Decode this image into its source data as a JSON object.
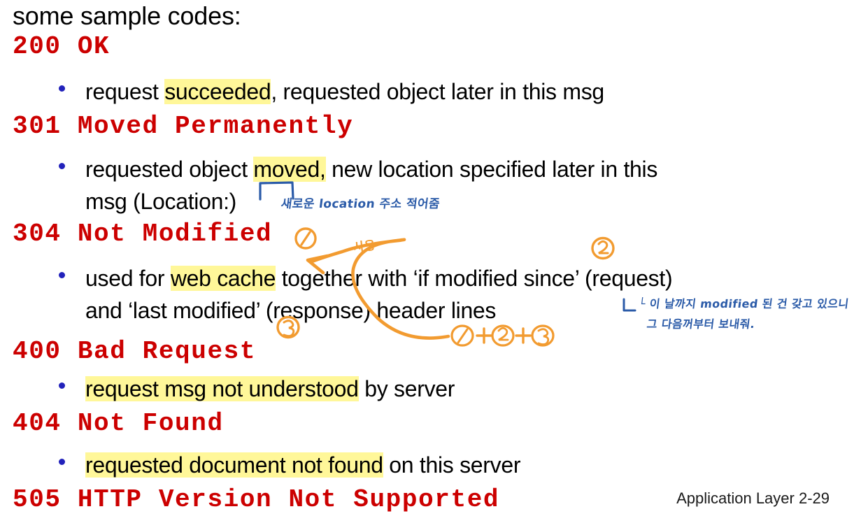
{
  "slide": {
    "intro": "some sample codes:",
    "footer": "Application Layer 2-29",
    "colors": {
      "code_red": "#CC0000",
      "highlight_yellow": "#FFF799",
      "bullet_blue": "#2222BB",
      "ink_blue": "#2B5BA8",
      "ink_orange": "#F29B30",
      "background": "#FFFFFF"
    },
    "entries": [
      {
        "code": "200 OK",
        "bullet_parts": [
          {
            "text": "request ",
            "highlight": false
          },
          {
            "text": "succeeded",
            "highlight": true
          },
          {
            "text": ", requested object later in this msg",
            "highlight": false
          }
        ]
      },
      {
        "code": "301 Moved Permanently",
        "bullet_parts": [
          {
            "text": "requested object ",
            "highlight": false
          },
          {
            "text": "moved,",
            "highlight": true
          },
          {
            "text": " new location specified later in this",
            "highlight": false
          }
        ],
        "bullet_line2": "msg (Location:)"
      },
      {
        "code": "304 Not Modified",
        "bullet_parts": [
          {
            "text": "used for ",
            "highlight": false
          },
          {
            "text": "web cache",
            "highlight": true
          },
          {
            "text": " together with ‘if modified since’ (request)",
            "highlight": false
          }
        ],
        "bullet_line2": "and ‘last modified’ (response) header lines"
      },
      {
        "code": "400 Bad Request",
        "bullet_parts": [
          {
            "text": "request msg not understood",
            "highlight": true
          },
          {
            "text": " by server",
            "highlight": false
          }
        ]
      },
      {
        "code": "404 Not Found",
        "bullet_parts": [
          {
            "text": "requested document not found",
            "highlight": true
          },
          {
            "text": " on this server",
            "highlight": false
          }
        ]
      },
      {
        "code": "505 HTTP Version Not Supported",
        "bullet_parts": []
      }
    ]
  },
  "annotations": {
    "blue_note_location": "새로운 location 주소 적어줌",
    "blue_note_modified_line1": "└ 이 날까지 modified 된 건 갖고 있으니",
    "blue_note_modified_line2": "그 다음꺼부터 보내줘.",
    "orange_note_usage": "사용",
    "orange_sum": "①+②+③",
    "circled_1": "①",
    "circled_2": "②",
    "circled_3": "③"
  }
}
